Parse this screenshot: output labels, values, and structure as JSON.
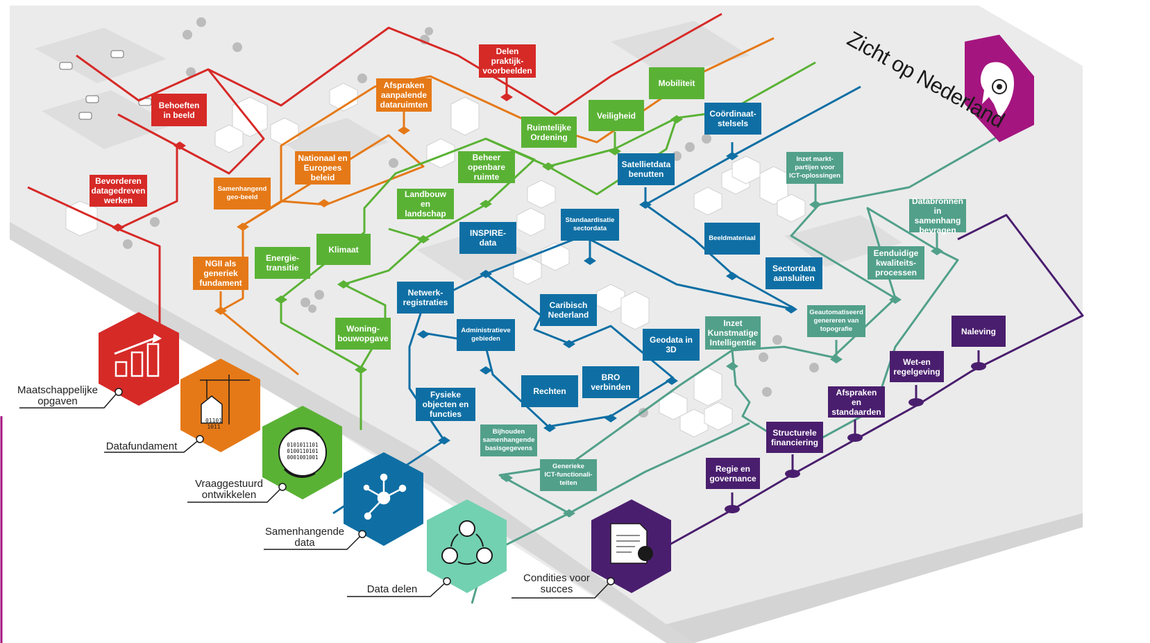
{
  "title": "Zicht op Nederland",
  "colors": {
    "red": "#d62a27",
    "orange": "#e57917",
    "green": "#5ab235",
    "blue": "#0f6fa4",
    "teal": "#52a08a",
    "purple": "#4a1e6e",
    "logo": "#a4157f"
  },
  "labels": {
    "delen_praktijk": "Delen\npraktijk-\nvoorbeelden",
    "behoeften": "Behoeften\nin beeld",
    "bevorderen": "Bevorderen\ndatagedreven\nwerken",
    "samenhangend_geo": "Samenhangend\ngeo-beeld",
    "ngii": "NGII als\ngeneriek\nfundament",
    "afspraken_aanpalende": "Afspraken\naanpalende\ndataruimten",
    "nationaal": "Nationaal en\nEuropees\nbeleid",
    "mobiliteit": "Mobiliteit",
    "veiligheid": "Veiligheid",
    "ruimtelijke": "Ruimtelijke\nOrdening",
    "beheer_openbare": "Beheer\nopenbare\nruimte",
    "landbouw": "Landbouw en\nlandschap",
    "klimaat": "Klimaat",
    "energietransitie": "Energie-\ntransitie",
    "woningbouw": "Woning-\nbouwopgave",
    "coordinaat": "Coördinaat-\nstelsels",
    "satellietdata": "Satellietdata\nbenutten",
    "standaardisatie": "Standaardisatie\nsectordata",
    "inspire": "INSPIRE-data",
    "beeldmateriaal": "Beeldmateriaal",
    "sectordata": "Sectordata\naansluiten",
    "netwerk": "Netwerk-\nregistraties",
    "caribisch": "Caribisch\nNederland",
    "administratieve": "Administratieve\ngebieden",
    "geodata3d": "Geodata in\n3D",
    "rechten": "Rechten",
    "bro": "BRO\nverbinden",
    "fysieke": "Fysieke\nobjecten en\nfuncties",
    "inzet_markt": "Inzet markt-\npartijen voor\nICT-oplossingen",
    "databronnen": "Databronnen\nin samenhang\nbevragen",
    "eenduidige": "Eenduidige\nkwaliteits-\nprocessen",
    "geautomatiseerd": "Geautomatiseerd\ngenereren van\ntopografie",
    "inzet_ki": "Inzet\nKunstmatige\nIntelligentie",
    "bijhouden": "Bijhouden\nsamenhangende\nbasisgegevens",
    "generieke": "Generieke\nICT-functionali-\nteiten",
    "naleving": "Naleving",
    "wet": "Wet-en\nregelgeving",
    "afspraken_standaarden": "Afspraken en\nstandaarden",
    "structurele": "Structurele\nfinanciering",
    "regie": "Regie en\ngovernance"
  },
  "icon_text": {
    "binary": "0101011101\n0100110101\n0001001001",
    "house_binary": "01101\n1011"
  },
  "categories": [
    {
      "key": "maatschappelijk",
      "label": "Maatschappelijke\nopgaven",
      "icon": "bar-chart-icon"
    },
    {
      "key": "datafundament",
      "label": "Datafundament",
      "icon": "crane-house-icon"
    },
    {
      "key": "vraaggestuurd",
      "label": "Vraaggestuurd\nontwikkelen",
      "icon": "binary-cycle-icon"
    },
    {
      "key": "samenhangend",
      "label": "Samenhangende\ndata",
      "icon": "network-node-icon"
    },
    {
      "key": "delen",
      "label": "Data delen",
      "icon": "share-cycle-icon"
    },
    {
      "key": "condities",
      "label": "Condities voor\nsucces",
      "icon": "document-seal-icon"
    }
  ]
}
